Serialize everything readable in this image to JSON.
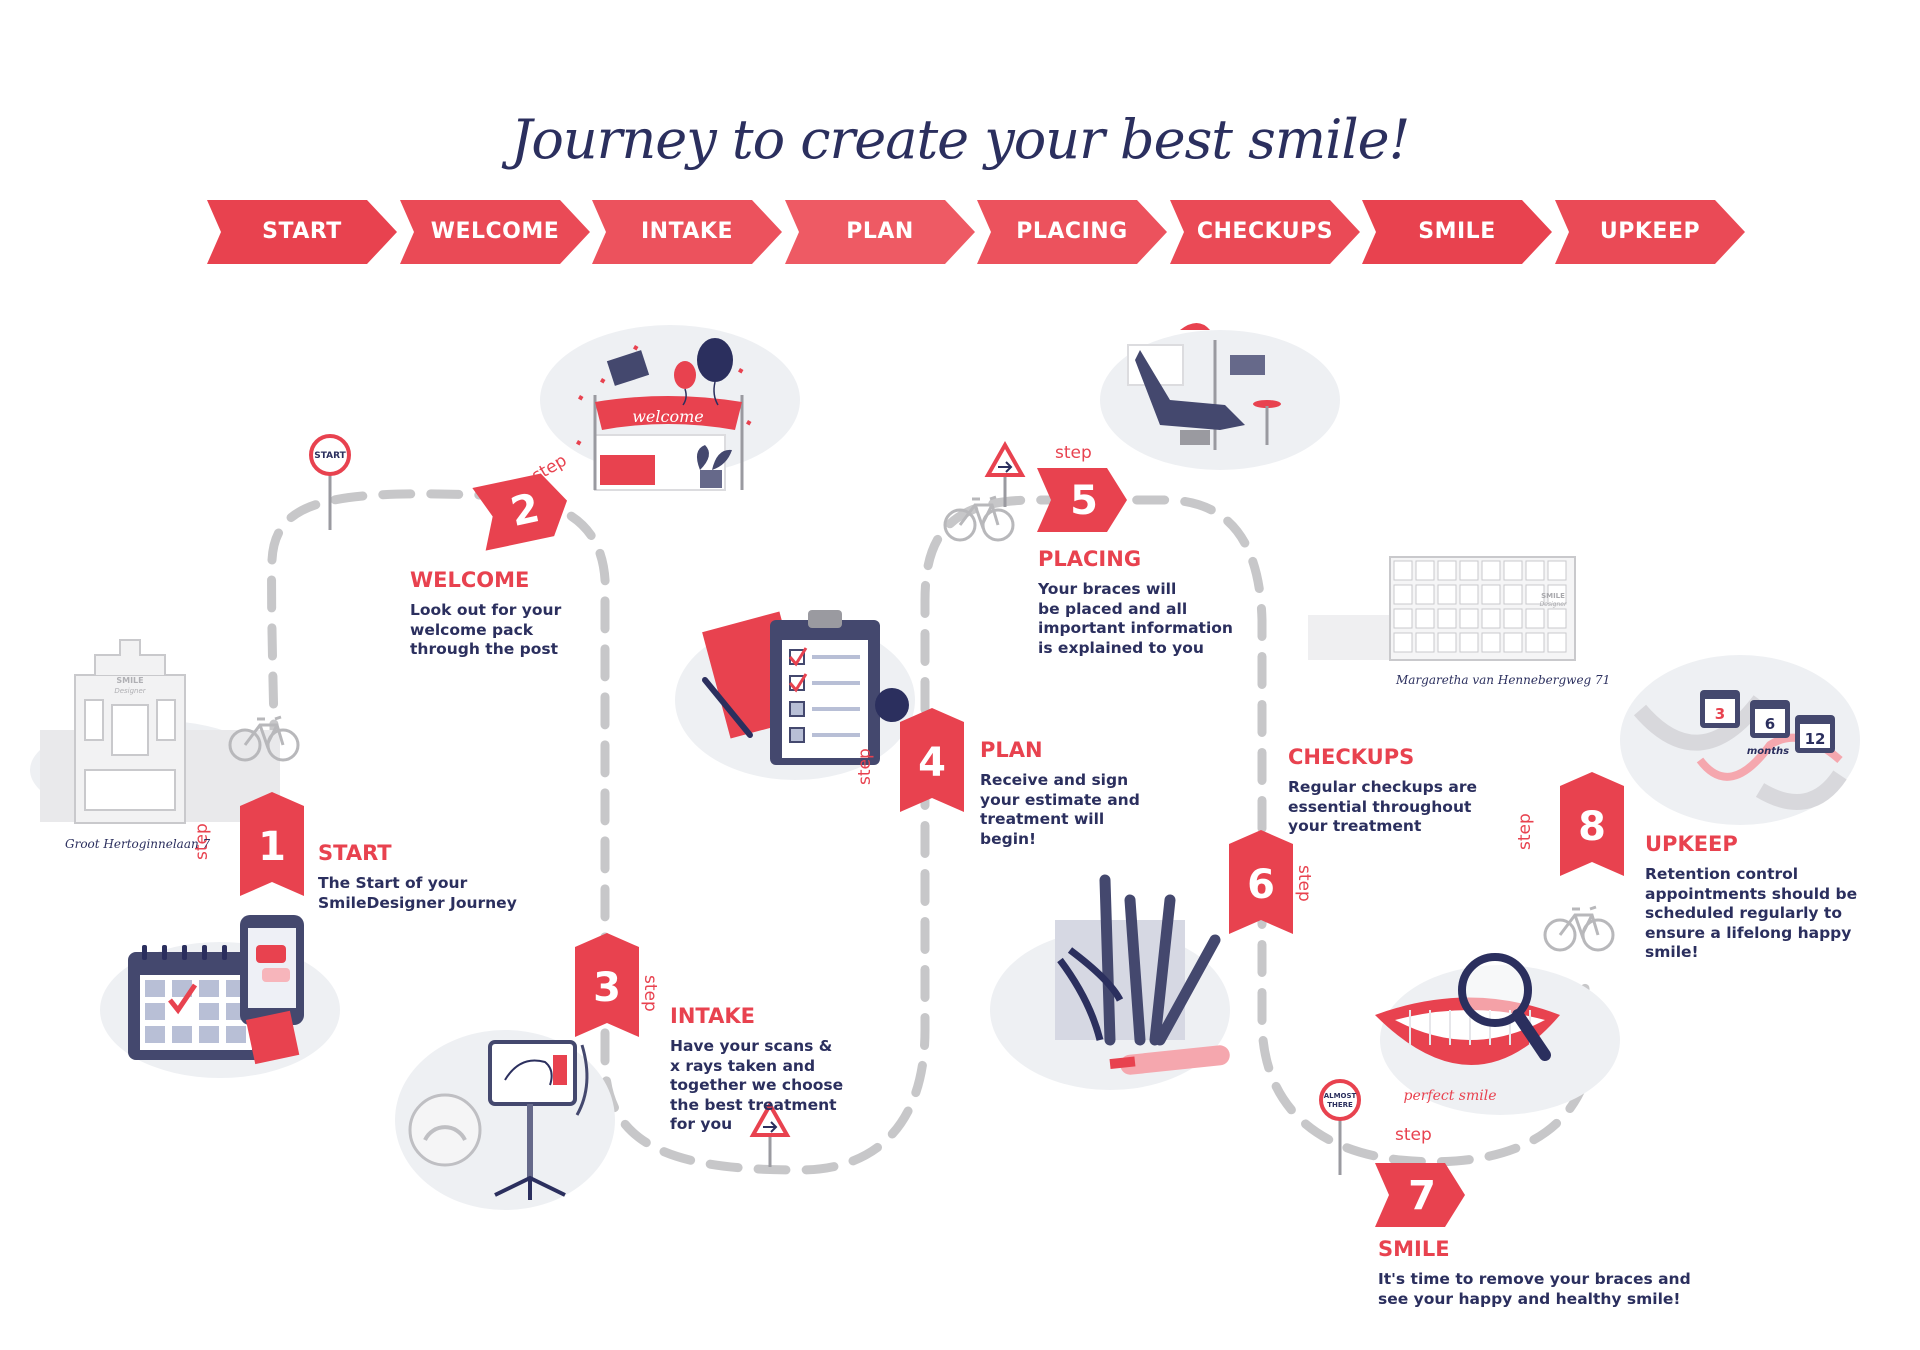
{
  "title": "Journey to create your best smile!",
  "colors": {
    "red": "#e8424f",
    "navy": "#2b2f5e",
    "grey": "#c7c7c9",
    "light": "#eef0f3"
  },
  "chevrons": [
    "START",
    "WELCOME",
    "INTAKE",
    "PLAN",
    "PLACING",
    "CHECKUPS",
    "SMILE",
    "UPKEEP"
  ],
  "step_word": "step",
  "steps": [
    {
      "num": "1",
      "heading": "START",
      "text": [
        "The Start of your",
        "SmileDesigner Journey"
      ]
    },
    {
      "num": "2",
      "heading": "WELCOME",
      "text": [
        "Look out for your",
        "welcome pack",
        "through the post"
      ]
    },
    {
      "num": "3",
      "heading": "INTAKE",
      "text": [
        "Have your scans &",
        "x rays taken and",
        "together we choose",
        "the best treatment",
        "for you"
      ]
    },
    {
      "num": "4",
      "heading": "PLAN",
      "text": [
        "Receive and sign",
        "your estimate and",
        "treatment will",
        "begin!"
      ]
    },
    {
      "num": "5",
      "heading": "PLACING",
      "text": [
        "Your braces will",
        "be placed and all",
        "important information",
        "is explained to you"
      ]
    },
    {
      "num": "6",
      "heading": "CHECKUPS",
      "text": [
        "Regular checkups are",
        "essential throughout",
        "your treatment"
      ]
    },
    {
      "num": "7",
      "heading": "SMILE",
      "text": [
        "It's time to remove your braces and",
        "see your happy and healthy smile!"
      ]
    },
    {
      "num": "8",
      "heading": "UPKEEP",
      "text": [
        "Retention control",
        "appointments should be",
        "scheduled regularly to",
        "ensure a lifelong happy",
        "smile!"
      ]
    }
  ],
  "signs": {
    "start": "START",
    "almost": [
      "ALMOST",
      "THERE"
    ]
  },
  "addresses": {
    "left": "Groot Hertoginnelaan 7",
    "right": "Margaretha van Hennebergweg 71"
  },
  "illustration_text": {
    "banner": "welcome",
    "perfect_smile": "perfect smile",
    "months": [
      "3",
      "6",
      "12"
    ],
    "months_label": "months",
    "storefront_left": [
      "SMILE",
      "Designer"
    ],
    "storefront_right": [
      "SMILE",
      "Designer"
    ]
  },
  "icons": [
    "calendar-icon",
    "phone-icon",
    "mail-icon",
    "balloon-icon",
    "scanner-icon",
    "clipboard-icon",
    "dental-chair-icon",
    "dental-tools-icon",
    "smile-lips-icon",
    "magnifier-icon",
    "aligner-icon",
    "bicycle-icon",
    "road-sign-icon",
    "building-icon"
  ]
}
